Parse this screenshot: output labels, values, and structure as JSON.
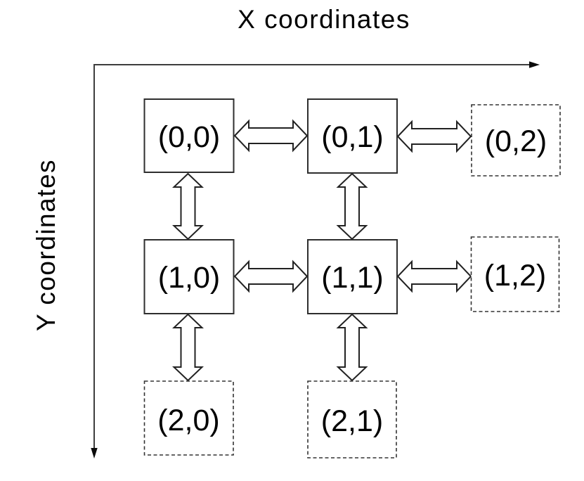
{
  "diagram": {
    "title": "X coordinates",
    "y_axis_label": "Y coordinates",
    "description": "Grid coordinate system diagram: solid boxes are existing cells, dashed boxes are frontier cells, double-headed arrows show adjacency",
    "colors": {
      "background": "#ffffff",
      "line": "#333333",
      "text": "#000000",
      "arrow_fill": "#ffffff"
    },
    "nodes": [
      {
        "id": "0,0",
        "label": "(0,0)",
        "row": 0,
        "col": 0,
        "border": "solid"
      },
      {
        "id": "0,1",
        "label": "(0,1)",
        "row": 0,
        "col": 1,
        "border": "solid"
      },
      {
        "id": "0,2",
        "label": "(0,2)",
        "row": 0,
        "col": 2,
        "border": "dashed"
      },
      {
        "id": "1,0",
        "label": "(1,0)",
        "row": 1,
        "col": 0,
        "border": "solid"
      },
      {
        "id": "1,1",
        "label": "(1,1)",
        "row": 1,
        "col": 1,
        "border": "solid"
      },
      {
        "id": "1,2",
        "label": "(1,2)",
        "row": 1,
        "col": 2,
        "border": "dashed"
      },
      {
        "id": "2,0",
        "label": "(2,0)",
        "row": 2,
        "col": 0,
        "border": "dashed"
      },
      {
        "id": "2,1",
        "label": "(2,1)",
        "row": 2,
        "col": 1,
        "border": "dashed"
      }
    ],
    "edges": [
      {
        "from": "0,0",
        "to": "0,1",
        "orientation": "horizontal",
        "bidirectional": true
      },
      {
        "from": "0,1",
        "to": "0,2",
        "orientation": "horizontal",
        "bidirectional": true
      },
      {
        "from": "1,0",
        "to": "1,1",
        "orientation": "horizontal",
        "bidirectional": true
      },
      {
        "from": "1,1",
        "to": "1,2",
        "orientation": "horizontal",
        "bidirectional": true
      },
      {
        "from": "0,0",
        "to": "1,0",
        "orientation": "vertical",
        "bidirectional": true
      },
      {
        "from": "0,1",
        "to": "1,1",
        "orientation": "vertical",
        "bidirectional": true
      },
      {
        "from": "1,0",
        "to": "2,0",
        "orientation": "vertical",
        "bidirectional": true
      },
      {
        "from": "1,1",
        "to": "2,1",
        "orientation": "vertical",
        "bidirectional": true
      }
    ]
  }
}
